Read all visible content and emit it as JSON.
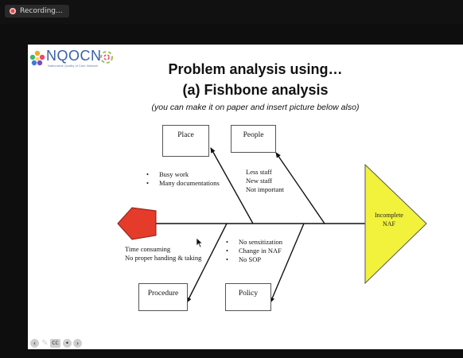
{
  "recording": {
    "label": "Recording..."
  },
  "logo": {
    "text": "NQOCN",
    "subtext": "Nationwide Quality of Care Network"
  },
  "slide": {
    "title_line1": "Problem analysis using…",
    "title_line2": "(a) Fishbone analysis",
    "subtitle": "(you can make it on paper and insert picture below also)"
  },
  "fishbone": {
    "place": {
      "label": "Place",
      "causes": [
        "Busy work",
        "Many documentations"
      ]
    },
    "people": {
      "label": "People",
      "causes": [
        "Less staff",
        "New staff",
        "Not important"
      ]
    },
    "procedure": {
      "label": "Procedure",
      "causes": [
        "Time consuming",
        "No proper handing & taking"
      ]
    },
    "policy": {
      "label": "Policy",
      "causes": [
        "No sensitization",
        "Change in NAF",
        "No SOP"
      ]
    },
    "effect": {
      "line1": "Incomplete",
      "line2": "NAF"
    },
    "colors": {
      "head": "#f2f23c",
      "tail": "#e53b2b"
    }
  },
  "controls": [
    {
      "name": "back",
      "icon": "arrow-left-icon"
    },
    {
      "name": "pen",
      "icon": "pen-icon"
    },
    {
      "name": "captions",
      "icon": "cc-icon"
    },
    {
      "name": "menu",
      "icon": "more-icon"
    },
    {
      "name": "forward",
      "icon": "arrow-right-icon"
    }
  ]
}
